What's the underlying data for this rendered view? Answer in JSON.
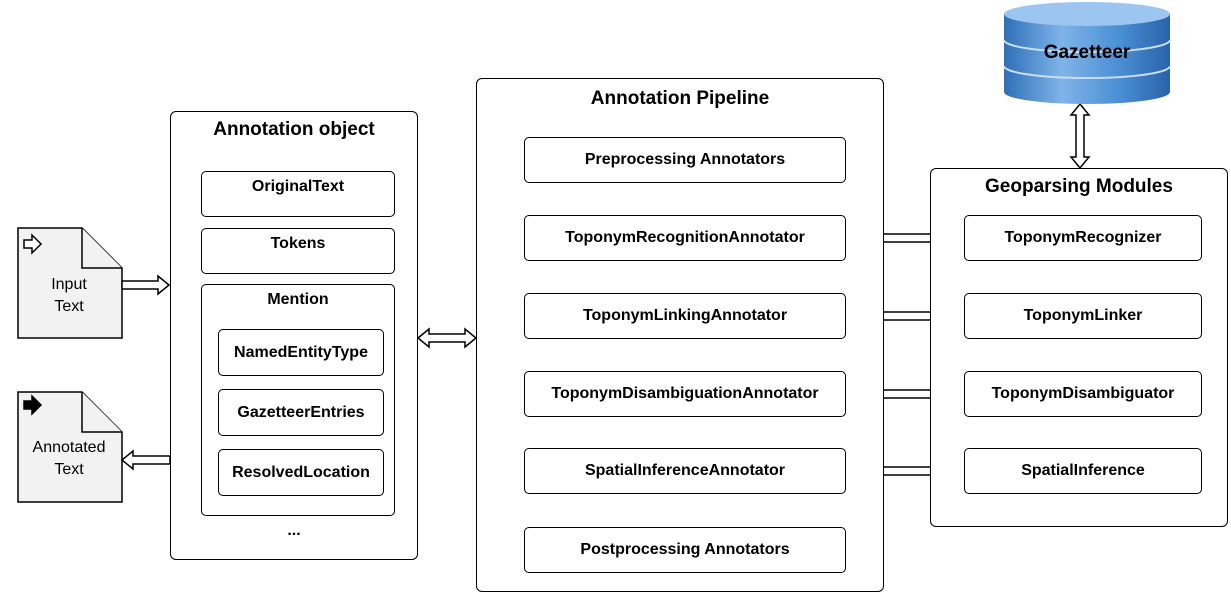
{
  "documents": {
    "input": {
      "label_line1": "Input",
      "label_line2": "Text"
    },
    "output": {
      "label_line1": "Annotated",
      "label_line2": "Text"
    }
  },
  "annotation_object": {
    "title": "Annotation object",
    "original_text": "OriginalText",
    "tokens": "Tokens",
    "mention": {
      "title": "Mention",
      "named_entity_type": "NamedEntityType",
      "gazetteer_entries": "GazetteerEntries",
      "resolved_location": "ResolvedLocation"
    },
    "ellipsis": "..."
  },
  "pipeline": {
    "title": "Annotation Pipeline",
    "preprocessing": "Preprocessing Annotators",
    "recognition": "ToponymRecognitionAnnotator",
    "linking": "ToponymLinkingAnnotator",
    "disambiguation": "ToponymDisambiguationAnnotator",
    "spatial_inference": "SpatialInferenceAnnotator",
    "postprocessing": "Postprocessing Annotators"
  },
  "geoparsing": {
    "title": "Geoparsing Modules",
    "recognizer": "ToponymRecognizer",
    "linker": "ToponymLinker",
    "disambiguator": "ToponymDisambiguator",
    "spatial_inference": "SpatialInference"
  },
  "gazetteer": {
    "label": "Gazetteer",
    "color": "#4a8ed4"
  },
  "icons": {
    "input_arrow": "hollow-right-arrow-icon",
    "output_arrow": "solid-right-arrow-icon"
  }
}
